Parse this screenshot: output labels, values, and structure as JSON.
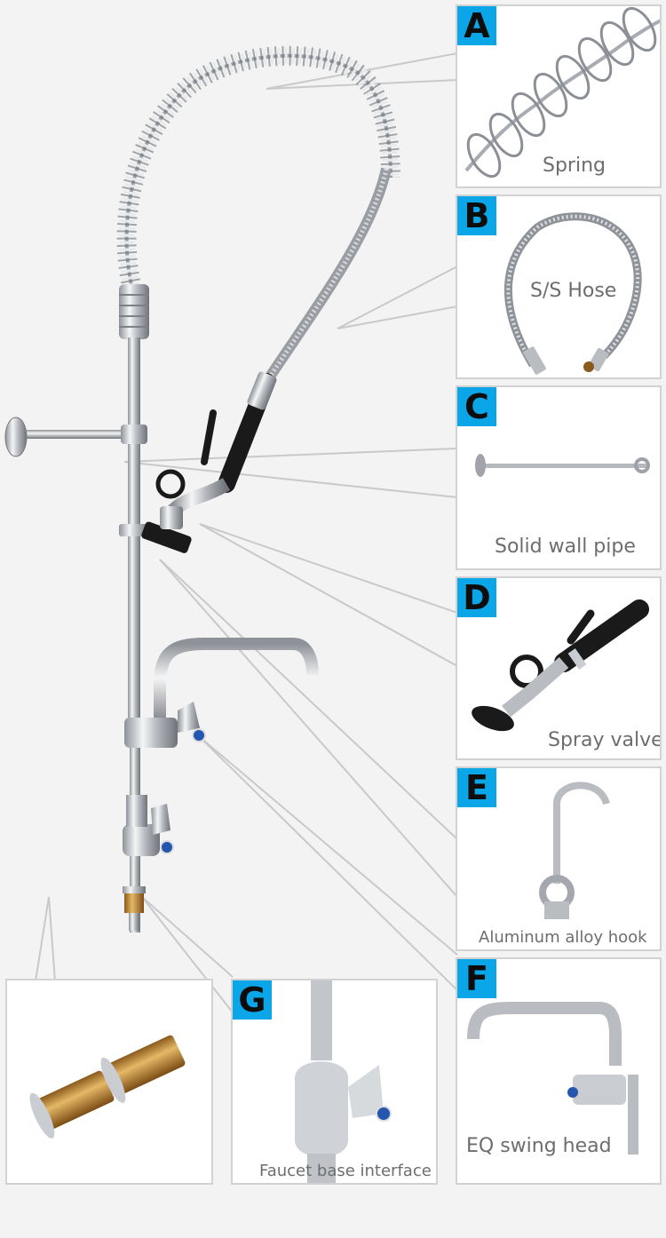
{
  "panels": {
    "a": {
      "letter": "A",
      "caption": "Spring"
    },
    "b": {
      "letter": "B",
      "caption": "S/S Hose"
    },
    "c": {
      "letter": "C",
      "caption": "Solid wall pipe"
    },
    "d": {
      "letter": "D",
      "caption": "Spray valve"
    },
    "e": {
      "letter": "E",
      "caption": "Aluminum alloy hook"
    },
    "f": {
      "letter": "F",
      "caption": "EQ swing head"
    },
    "g": {
      "letter": "G",
      "caption": "Faucet base interface"
    }
  },
  "colors": {
    "accent": "#0aa6e8",
    "chrome": "#c9ccd0",
    "brass": "#c8953f",
    "hose": "#1a1a1a"
  }
}
